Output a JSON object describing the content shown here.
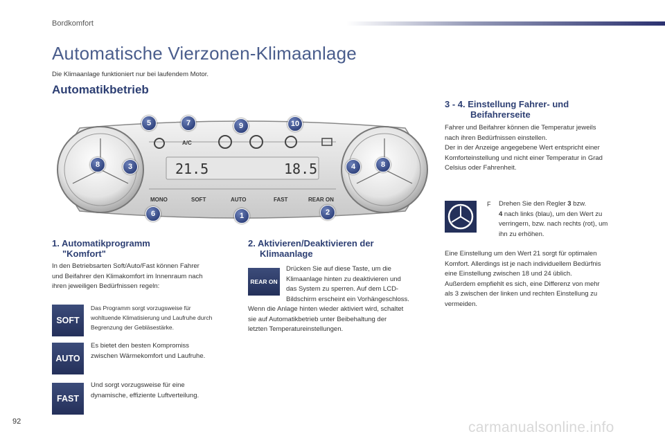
{
  "header": {
    "section": "Bordkomfort"
  },
  "title": "Automatische Vierzonen-Klimaanlage",
  "intro": "Die Klimaanlage funktioniert nur bei laufendem Motor.",
  "section_title": "Automatikbetrieb",
  "panel": {
    "display_left": "21.5",
    "display_right": "18.5",
    "labels": {
      "ac": "A/C",
      "mono": "MONO",
      "soft": "SOFT",
      "auto": "AUTO",
      "fast": "FAST",
      "rear_on": "REAR ON"
    },
    "markers": [
      "5",
      "7",
      "9",
      "10",
      "8",
      "3",
      "4",
      "8",
      "6",
      "1",
      "2"
    ]
  },
  "section1": {
    "number": "1.",
    "title_line1": "Automatikprogramm",
    "title_line2": "\"Komfort\"",
    "text": [
      "In den Betriebsarten Soft/Auto/Fast können Fahrer",
      "und Beifahrer den Klimakomfort im Innenraum nach",
      "ihren jeweiligen Bedürfnissen regeln:"
    ],
    "items": [
      {
        "button": "SOFT",
        "lines": [
          "Das Programm sorgt vorzugsweise für",
          "wohltuende Klimatisierung und Laufruhe durch",
          "Begrenzung der Gebläsestärke."
        ]
      },
      {
        "button": "AUTO",
        "lines": [
          "Es bietet den besten Kompromiss",
          "zwischen Wärmekomfort und Laufruhe."
        ]
      },
      {
        "button": "FAST",
        "lines": [
          "Und sorgt vorzugsweise für eine",
          "dynamische, effiziente Luftverteilung."
        ]
      }
    ]
  },
  "section2": {
    "number": "2.",
    "title_line1": "Aktivieren/Deaktivieren der",
    "title_line2": "Klimaanlage",
    "button": "REAR ON",
    "beside": [
      "Drücken Sie auf diese Taste, um die",
      "Klimaanlage hinten zu deaktivieren und",
      "das System zu sperren. Auf dem LCD-",
      "Bildschirm erscheint ein Vorhängeschloss."
    ],
    "below": [
      "Wenn die Anlage hinten wieder aktiviert wird, schaltet",
      "sie auf Automatikbetrieb unter Beibehaltung der",
      "letzten Temperatureinstellungen."
    ]
  },
  "section3": {
    "number": "3 - 4.",
    "title_line1": "Einstellung Fahrer- und",
    "title_line2": "Beifahrerseite",
    "text": [
      "Fahrer und Beifahrer können die Temperatur jeweils",
      "nach ihren Bedürfnissen einstellen.",
      "Der in der Anzeige angegebene Wert entspricht einer",
      "Komforteinstellung und nicht einer Temperatur in Grad",
      "Celsius oder Fahrenheit."
    ],
    "bullet_symbol": "F",
    "bullet_line1_pre": "Drehen Sie den Regler ",
    "bullet_line1_bold": "3",
    "bullet_line1_post": " bzw.",
    "bullet_line2_bold": "4",
    "bullet_line2_post": " nach links (blau), um den Wert zu",
    "bullet_rest": [
      "verringern, bzw. nach rechts (rot), um",
      "ihn zu erhöhen."
    ],
    "footer": [
      "Eine Einstellung um den Wert 21 sorgt für optimalen",
      "Komfort. Allerdings ist je nach individuellem Bedürfnis",
      "eine Einstellung zwischen 18 und 24 üblich.",
      "Außerdem empfiehlt es sich, eine Differenz von mehr",
      "als 3 zwischen der linken und rechten Einstellung zu",
      "vermeiden."
    ]
  },
  "page_number": "92",
  "watermark": "carmanualsonline.info",
  "colors": {
    "title": "#4a5d8c",
    "heading": "#2d3f73",
    "button_bg": "#2b3766",
    "marker": "#1d2f6a"
  }
}
